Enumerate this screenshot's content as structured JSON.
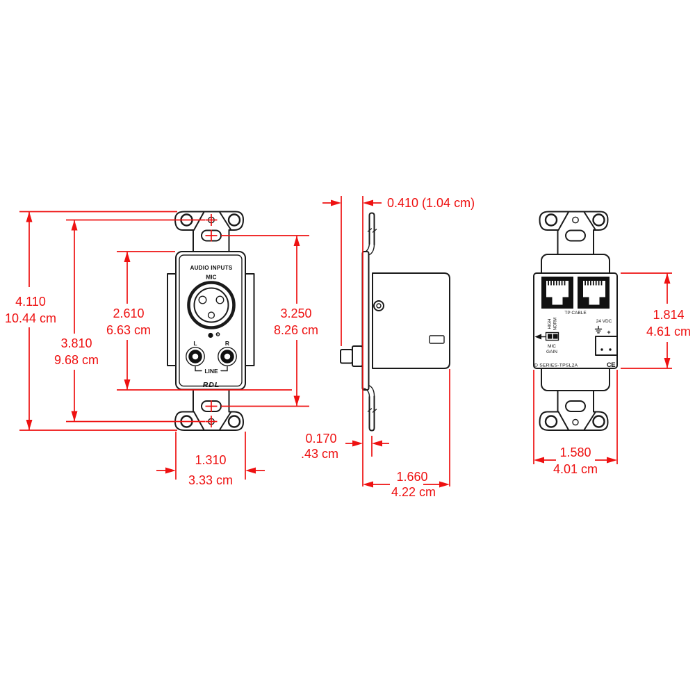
{
  "dims": {
    "overall_height": {
      "in": "4.110",
      "cm": "10.44 cm"
    },
    "mount_hole_spacing": {
      "in": "3.810",
      "cm": "9.68 cm"
    },
    "insert_height": {
      "in": "2.610",
      "cm": "6.63 cm"
    },
    "slot_spacing": {
      "in": "3.250",
      "cm": "8.26 cm"
    },
    "plate_width": {
      "in": "1.310",
      "cm": "3.33 cm"
    },
    "protrusion": {
      "label": "0.410 (1.04 cm)"
    },
    "plate_thickness": {
      "in": "0.170",
      "cm": ".43 cm"
    },
    "mount_depth": {
      "in": "1.660",
      "cm": "4.22 cm"
    },
    "box_height": {
      "in": "1.814",
      "cm": "4.61 cm"
    },
    "box_width": {
      "in": "1.580",
      "cm": "4.01 cm"
    }
  },
  "front": {
    "audio_inputs": "AUDIO INPUTS",
    "mic": "MIC",
    "left": "L",
    "right": "R",
    "line": "LINE",
    "brand": "RDL"
  },
  "back": {
    "tp_cable": "TP CABLE",
    "high": "HIGH",
    "norm": "NORM",
    "mic": "MIC",
    "gain": "GAIN",
    "power": "24 VDC",
    "plus": "+",
    "model": "D SERIES-TPSL2A",
    "ce_mark": "CE"
  },
  "colors": {
    "dimension_red": "#ee1111",
    "outline_black": "#1a1a1a"
  }
}
